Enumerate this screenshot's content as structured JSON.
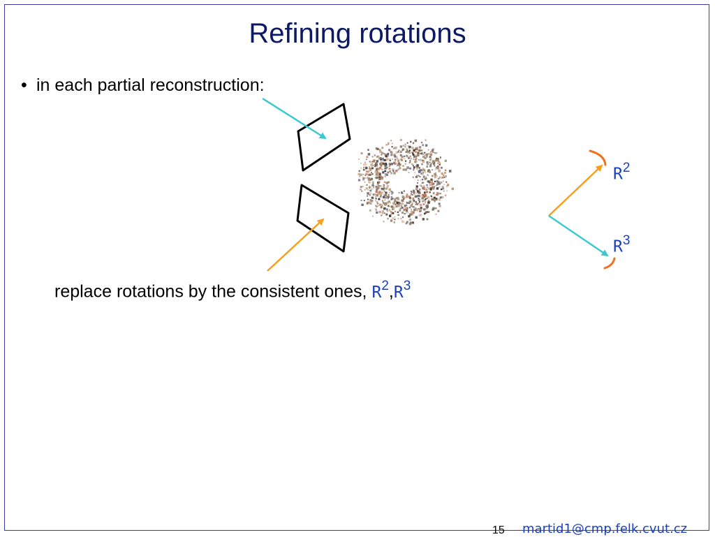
{
  "slide": {
    "title": "Refining rotations",
    "bullet_marker": "•",
    "bullet_text": "in each partial reconstruction:",
    "caption_text": "replace rotations by the consistent ones,",
    "caption_rotations": [
      {
        "symbol": "R",
        "superscript": "2"
      },
      {
        "symbol": "R",
        "superscript": "3"
      }
    ],
    "caption_separator": ","
  },
  "diagram": {
    "labels": [
      {
        "symbol": "R",
        "superscript": "2"
      },
      {
        "symbol": "R",
        "superscript": "3"
      }
    ],
    "colors": {
      "camera_outline": "#000000",
      "arrow_cyan": "#3cc8d0",
      "arrow_orange": "#f5a020",
      "tick_orange": "#f07020",
      "label_blue": "#1a3fbf",
      "frame_blue": "#3a3aa0"
    }
  },
  "footer": {
    "page_number": "15",
    "email": "martid1@cmp.felk.cvut.cz"
  }
}
